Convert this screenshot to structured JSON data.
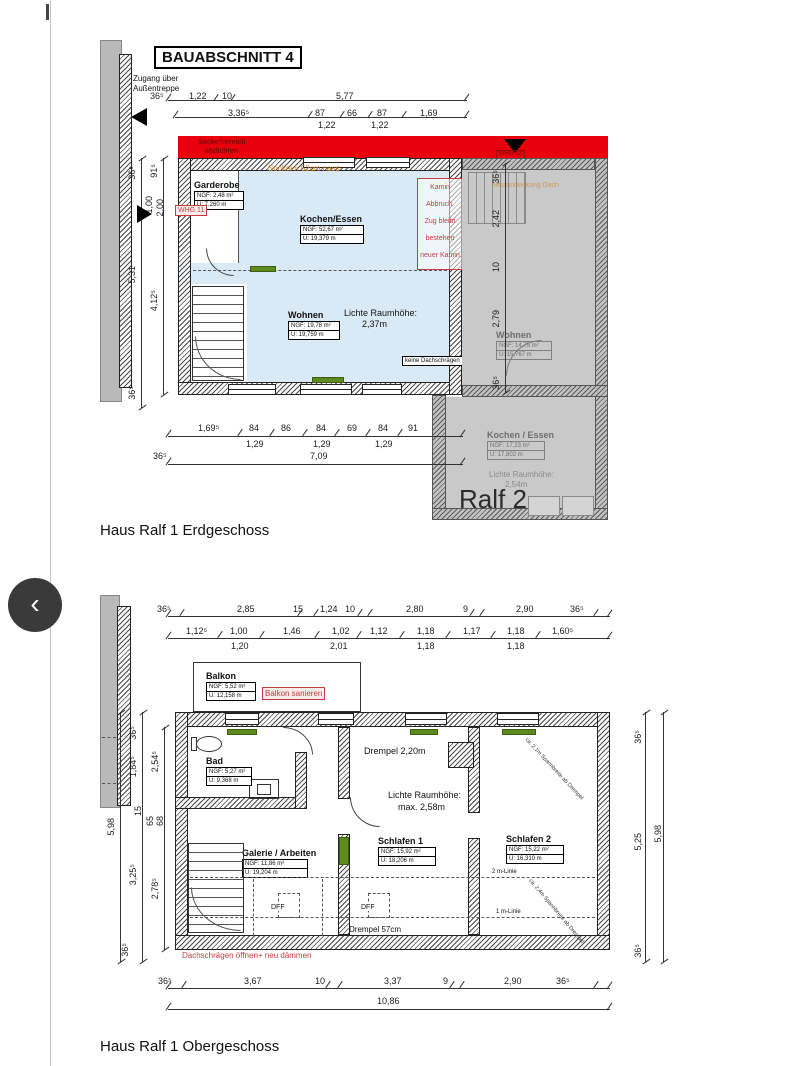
{
  "viewer": {
    "back_label": "‹"
  },
  "colors": {
    "accent_red": "#e8000d",
    "note_red": "#c63d3d",
    "orange": "#d4862a",
    "room_blue": "#d9eaf6",
    "plan_grey": "#c9c9c9",
    "lintel_green": "#5d8a1e"
  },
  "eg": {
    "title": "BAUABSCHNITT 4",
    "caption": "Haus Ralf 1 Erdgeschoss",
    "access_note": [
      "Zugang über",
      "Außentreppe"
    ],
    "banner": {
      "line1": "Sockelbereich",
      "line2": "abdichten",
      "whg_tag": "WHG 12"
    },
    "whg_tag": "WHG 11",
    "sockel_note": "Sockel h 52cm nass",
    "kamin_lines": [
      "Kamin",
      "Abbruch,",
      "Zug bleibt",
      "bestehen",
      "neuer Kamin"
    ],
    "raumhoehe": [
      "Lichte Raumhöhe:",
      "2,37m"
    ],
    "keine_dachschraegen": "keine Dachschrägen",
    "rooms": {
      "garderobe": {
        "name": "Garderobe",
        "ngf": "NGF: 2,48 m²",
        "u": "U: 7,260 m"
      },
      "kochen_essen": {
        "name": "Kochen/Essen",
        "ngf": "NGF: 52,67 m²",
        "u": "U: 19,379 m"
      },
      "wohnen": {
        "name": "Wohnen",
        "ngf": "NGF: 19,78 m²",
        "u": "U: 19,759 m"
      }
    },
    "ralf2": {
      "label": "Ralf 2",
      "dach_note": "Neueindeckung Dach",
      "wohnen": {
        "name": "Wohnen",
        "ngf": "NGF: 14,75 m²",
        "u": "U: 15,767 m"
      },
      "kochen_essen": {
        "name": "Kochen / Essen",
        "ngf": "NGF: 17,23 m²",
        "u": "U: 17,802 m"
      },
      "raumhoehe": [
        "Lichte Raumhöhe:",
        "2,54m"
      ]
    },
    "dims": {
      "top1": [
        "36⁵",
        "1,22",
        "10",
        "5,77"
      ],
      "top2": [
        "3,36⁵",
        "87",
        "66",
        "87",
        "1,69"
      ],
      "top2_sub": [
        "1,22",
        "1,22"
      ],
      "bottom1": [
        "1,69⁵",
        "84",
        "86",
        "84",
        "69",
        "84",
        "91"
      ],
      "bottom1_sub": [
        "1,29",
        "1,29",
        "1,29"
      ],
      "bottom2": [
        "36⁵",
        "7,09"
      ],
      "left1": [
        "36⁵",
        "5,31",
        "36⁵"
      ],
      "left2": [
        "91⁵",
        "1,00",
        "2,00",
        "4,12⁵"
      ],
      "right1": [
        "36⁵",
        "2,42",
        "10",
        "2,79",
        "36⁵"
      ]
    }
  },
  "og": {
    "caption": "Haus Ralf 1 Obergeschoss",
    "balkon": {
      "name": "Balkon",
      "ngf": "NGF: 5,52 m²",
      "u": "U: 12,158 m"
    },
    "balkon_note": "Balkon sanieren",
    "drempel_top": "Drempel 2,20m",
    "drempel_bottom": "Drempel 57cm",
    "raumhoehe": [
      "Lichte Raumhöhe:",
      "max. 2,58m"
    ],
    "rooms": {
      "bad": {
        "name": "Bad",
        "ngf": "NGF: 5,27 m²",
        "u": "U: 9,368 m"
      },
      "galerie": {
        "name": "Galerie / Arbeiten",
        "ngf": "NGF: 11,86 m²",
        "u": "U: 19,204 m"
      },
      "schlafen1": {
        "name": "Schlafen 1",
        "ngf": "NGF: 15,92 m²",
        "u": "U: 18,206 m"
      },
      "schlafen2": {
        "name": "Schlafen 2",
        "ngf": "NGF: 15,22 m²",
        "u": "U: 16,310 m"
      }
    },
    "linie_2m": "2 m-Linie",
    "linie_1m": "1 m-Linie",
    "dff": "DFF",
    "span_note_1": "ca. 2,1m Spannbreite ab Drempel",
    "span_note_2": "ca. 2,4m Spannbreite ab Drempel",
    "red_note": "Dachschrägen öffnen+ neu dämmen",
    "dims": {
      "top1": [
        "36⁵",
        "2,85",
        "15",
        "1,24",
        "10",
        "2,80",
        "9",
        "2,90",
        "36⁵"
      ],
      "top2": [
        "1,12⁵",
        "1,00",
        "1,46",
        "1,02",
        "1,12",
        "1,18",
        "1,17",
        "1,18",
        "1,60⁵"
      ],
      "top2_sub": [
        "1,20",
        "2,01",
        "1,18",
        "1,18"
      ],
      "bottom1": [
        "36⁵",
        "3,67",
        "10",
        "3,37",
        "9",
        "2,90",
        "36⁵"
      ],
      "bottom2": [
        "10,86"
      ],
      "left1": [
        "5,98",
        "36⁵"
      ],
      "left2": [
        "36⁵",
        "1,84⁵",
        "15",
        "3,25⁵"
      ],
      "left3": [
        "2,54⁵",
        "65",
        "68",
        "2,78⁵"
      ],
      "right1": [
        "36⁵",
        "5,25",
        "36⁵"
      ],
      "right2": [
        "5,98"
      ]
    }
  }
}
